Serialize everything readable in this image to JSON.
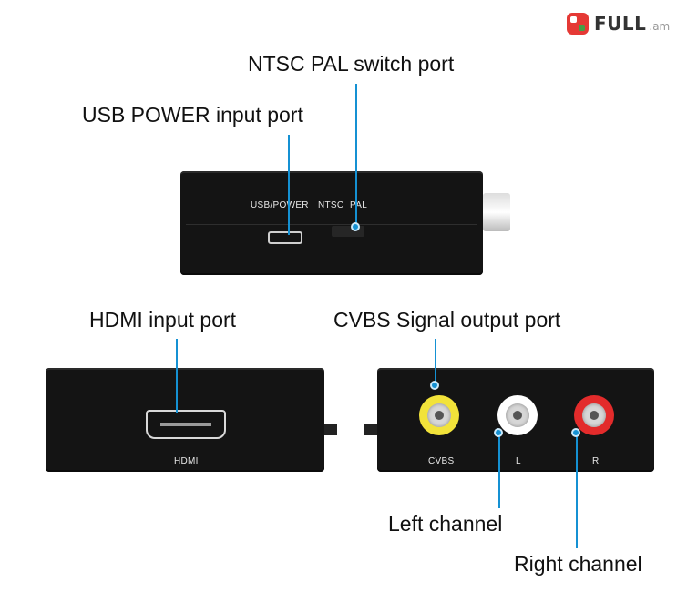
{
  "watermark": {
    "brand": "FULL",
    "domain": ".am",
    "icon": "shopping-bag-logo-icon"
  },
  "callouts": {
    "ntsc_pal": "NTSC PAL switch port",
    "usb_power": "USB POWER input port",
    "hdmi_input": "HDMI input port",
    "cvbs_output": "CVBS Signal output port",
    "left_channel": "Left channel",
    "right_channel": "Right channel"
  },
  "device_top": {
    "usb_label": "USB/POWER",
    "ntsc_label": "NTSC",
    "pal_label": "PAL"
  },
  "device_hdmi": {
    "hdmi_label": "HDMI"
  },
  "device_rca": {
    "cvbs_label": "CVBS",
    "l_label": "L",
    "r_label": "R",
    "colors": {
      "cvbs": "#f2e33a",
      "l": "#ffffff",
      "r": "#e32b2b"
    }
  },
  "colors": {
    "pointer": "#1591d3",
    "device": "#141414"
  }
}
